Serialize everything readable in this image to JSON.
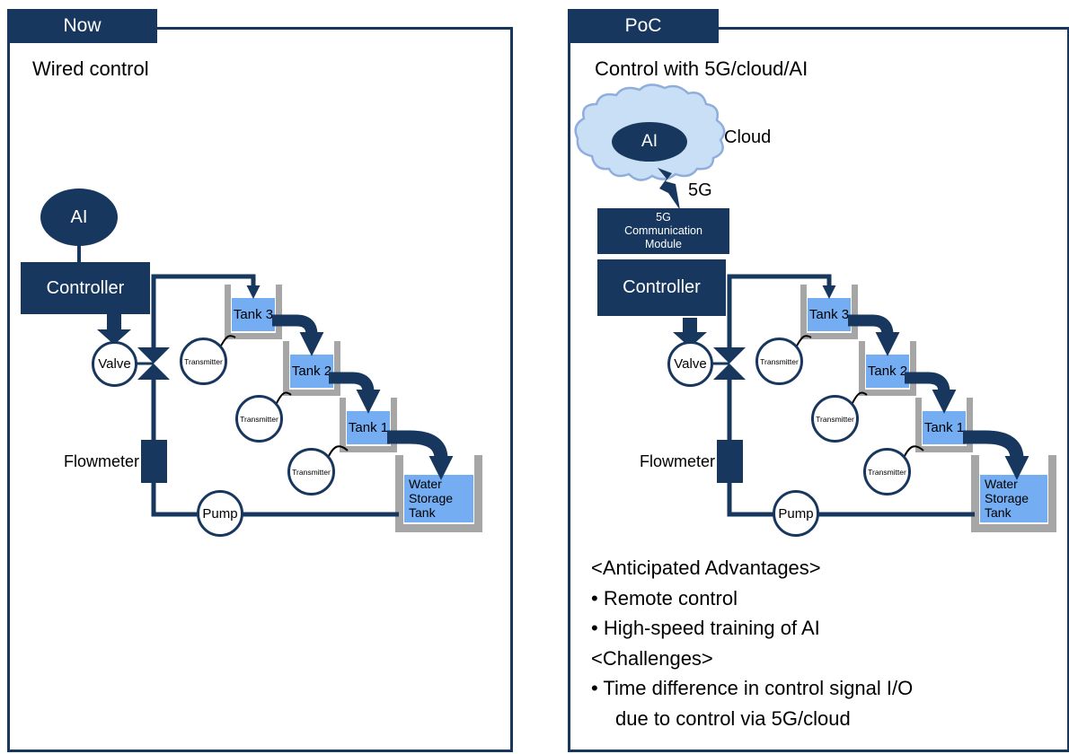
{
  "colors": {
    "navy": "#17375E",
    "tank_fill": "#74ADF2",
    "container_gray": "#A6A6A6",
    "cloud_fill": "#C9DFF5",
    "cloud_stroke": "#8FAEDC"
  },
  "process_labels": {
    "ai": "AI",
    "controller": "Controller",
    "valve": "Valve",
    "transmitter": "Transmitter",
    "flowmeter": "Flowmeter",
    "pump": "Pump",
    "tank3": "Tank 3",
    "tank2": "Tank 2",
    "tank1": "Tank 1",
    "storage_lines": [
      "Water",
      "Storage",
      "Tank"
    ]
  },
  "left_panel": {
    "tab": "Now",
    "title": "Wired control"
  },
  "right_panel": {
    "tab": "PoC",
    "title": "Control with 5G/cloud/AI",
    "cloud_label": "Cloud",
    "network_label": "5G",
    "module_lines": [
      "5G",
      "Communication",
      "Module"
    ],
    "notes": {
      "advantages_header": "<Anticipated Advantages>",
      "advantage_1": "• Remote control",
      "advantage_2": "• High-speed training of AI",
      "challenges_header": "<Challenges>",
      "challenge_1": "• Time difference in control signal I/O",
      "challenge_1_cont": "due to control via 5G/cloud"
    }
  }
}
